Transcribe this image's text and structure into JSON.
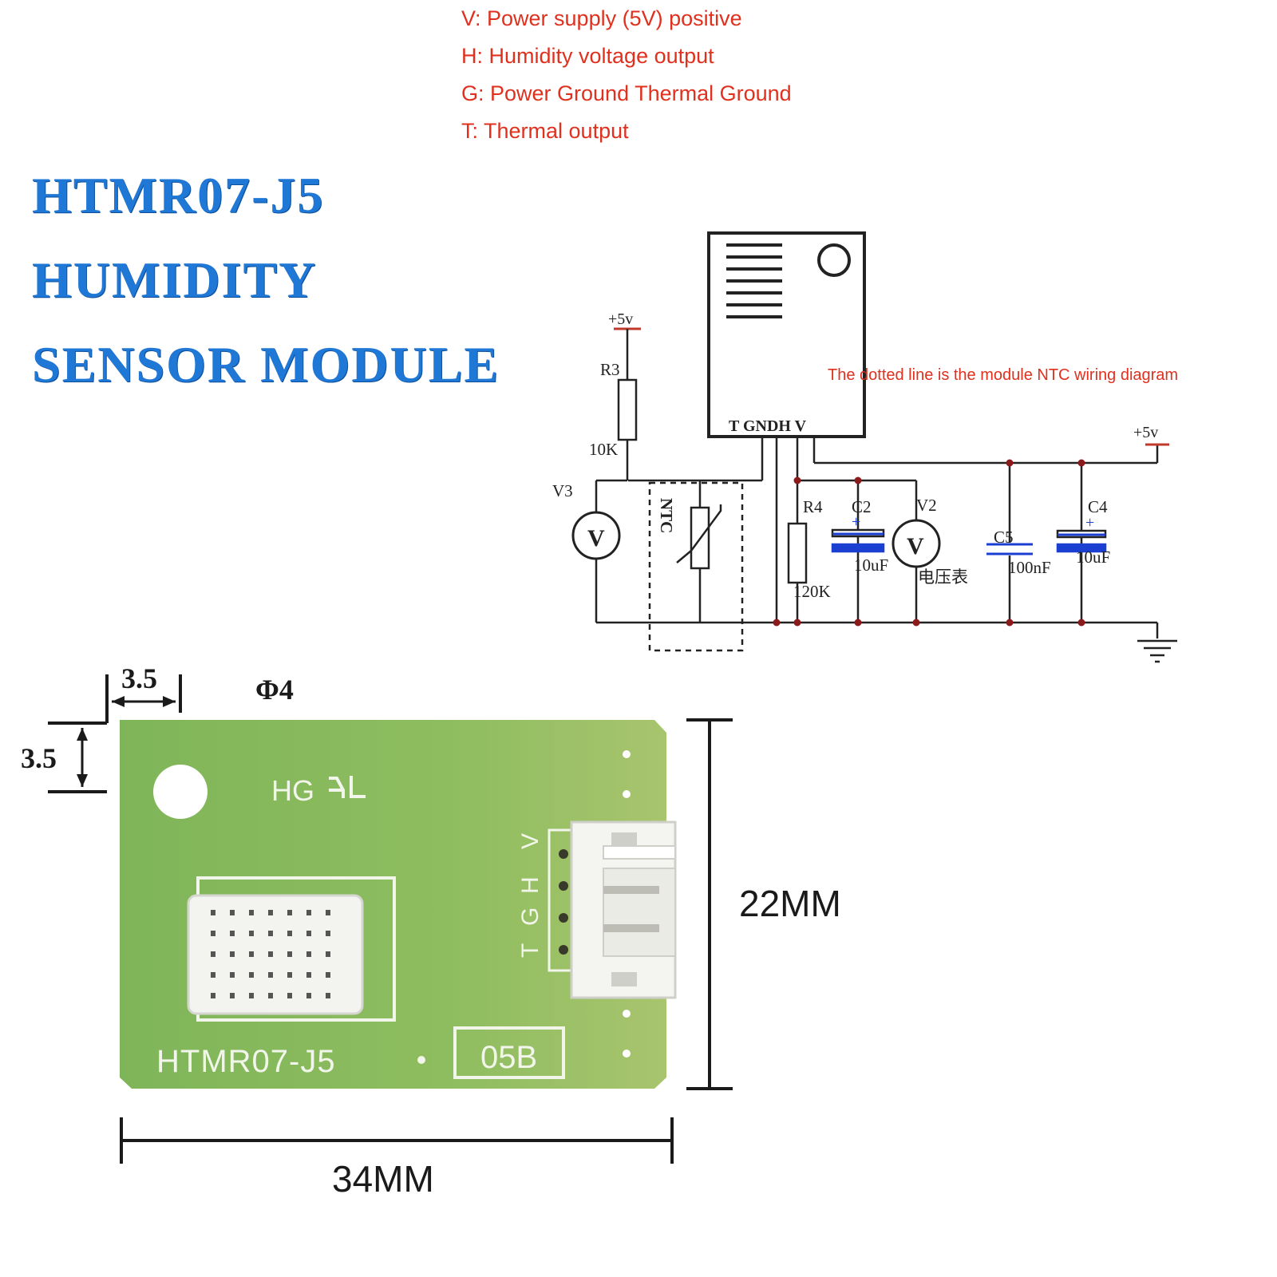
{
  "pin_legend": [
    "V: Power supply (5V) positive",
    "H: Humidity voltage output",
    "G: Power Ground Thermal Ground",
    "T: Thermal output"
  ],
  "title_lines": [
    "HTMR07-J5",
    "HUMIDITY",
    "SENSOR MODULE"
  ],
  "schematic": {
    "module_pins": "T GNDH V",
    "note": "The dotted line is the module NTC wiring diagram",
    "supply_left": "+5v",
    "supply_right": "+5v",
    "r3_label": "R3",
    "r3_value": "10K",
    "v3_label": "V3",
    "meter_symbol": "V",
    "ntc_label": "NTC",
    "r4_label": "R4",
    "r4_value": "120K",
    "c2_label": "C2",
    "c2_value": "10uF",
    "v2_label": "V2",
    "voltmeter_label": "电压表",
    "c5_label": "C5",
    "c5_value": "100nF",
    "c4_label": "C4",
    "c4_value": "10uF",
    "plus_sign": "+"
  },
  "board": {
    "silkscreen_name": "HTMR07-J5",
    "brand_mark": "HG",
    "code_box": "05B",
    "connector_pins": [
      "V",
      "H",
      "G",
      "T"
    ]
  },
  "dimensions": {
    "hole_offset_x": "3.5",
    "hole_offset_y": "3.5",
    "hole_diameter": "Φ4",
    "height": "22MM",
    "width": "34MM"
  },
  "colors": {
    "legend_text": "#e0301e",
    "title_text": "#1f78d6",
    "board_green": "#8ebd5f",
    "capacitor_blue": "#1a3fd1"
  }
}
